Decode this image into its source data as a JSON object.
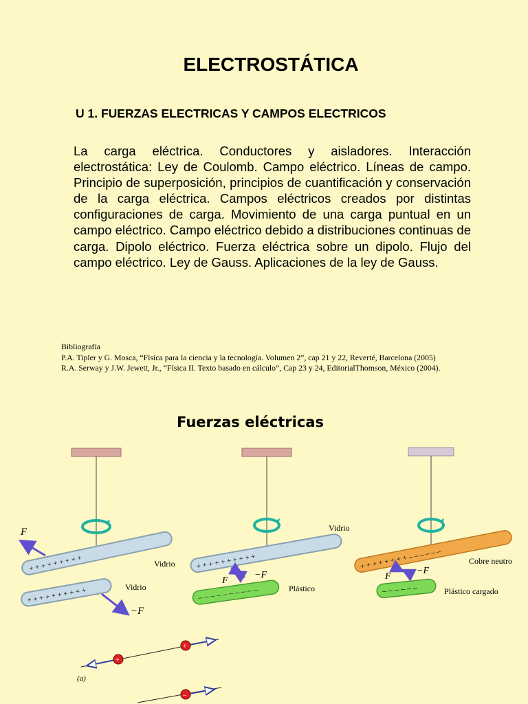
{
  "document": {
    "title": "ELECTROSTÁTICA",
    "unit_heading": "U 1. FUERZAS ELECTRICAS Y CAMPOS ELECTRICOS",
    "body_text": "La carga eléctrica. Conductores y aisladores. Interacción electrostática: Ley de Coulomb. Campo eléctrico. Líneas de campo. Principio de superposición, principios de cuantificación y conservación de la carga eléctrica. Campos eléctricos creados por distintas configuraciones de carga. Movimiento de una carga puntual en un campo eléctrico. Campo eléctrico debido a distribuciones continuas de carga. Dipolo eléctrico. Fuerza eléctrica sobre un dipolo. Flujo del campo eléctrico. Ley de Gauss. Aplicaciones de la ley de Gauss.",
    "bibliography": {
      "heading": "Bibliografía",
      "entries": [
        "P.A. Tipler y G. Mosca, “Física para la ciencia y la tecnología. Volumen 2”, cap 21 y 22, Reverté, Barcelona (2005)",
        "R.A. Serway y J.W. Jewett, Jr., “Física II. Texto basado en cálculo”, Cap 23 y 24,  EditorialThomson, México (2004)."
      ]
    },
    "section_title": "Fuerzas eléctricas"
  },
  "figure": {
    "labels": {
      "vidrio": "Vidrio",
      "plastico": "Plástico",
      "cobre_neutro": "Cobre neutro",
      "plastico_cargado": "Plástico cargado",
      "force": "F",
      "neg_force": "−F",
      "panel_a": "(a)"
    },
    "colors": {
      "glass": "#c9dbe6",
      "plastic": "#7ed957",
      "copper": "#f0a848",
      "ceiling": "#d8a8a0",
      "rotation_arrow": "#20b2a0",
      "force_arrow": "#6050d0",
      "charge_red": "#e02020"
    }
  }
}
